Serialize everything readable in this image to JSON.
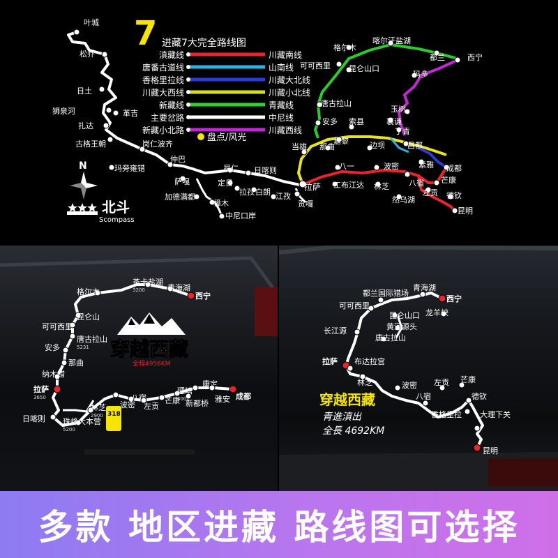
{
  "top_map": {
    "number": "7",
    "title": "进藏7大完全路线图",
    "legend": [
      {
        "name_left": "滇藏线",
        "color": "#e8242c",
        "name_right": "川藏南线"
      },
      {
        "name_left": "唐番古道线",
        "color": "#2ab3e0",
        "name_right": "山南线"
      },
      {
        "name_left": "香格里拉线",
        "color": "#2b3ad8",
        "name_right": "川藏大北线"
      },
      {
        "name_left": "川藏大西线",
        "color": "#d7dc1f",
        "name_right": "川藏小北线"
      },
      {
        "name_left": "新藏线",
        "color": "#2fd02f",
        "name_right": "青藏线"
      },
      {
        "name_left": "主要岔路",
        "color": "#ffffff",
        "name_right": "中尼线"
      },
      {
        "name_left": "新藏小北路",
        "color": "#c426d6",
        "name_right": "川藏西线"
      }
    ],
    "poi_legend": "盘点/风光",
    "compass_letter": "N",
    "brand_name": "北斗",
    "brand_sub": "Scompass",
    "places": [
      "叶城",
      "松乔",
      "日土",
      "狮泉河",
      "革吉",
      "扎达",
      "古格王朝",
      "岗仁波齐",
      "玛旁雍错",
      "仲巴",
      "萨嘎",
      "昂仁",
      "日喀则",
      "定日",
      "拉孜",
      "白朗",
      "江孜",
      "加德满都",
      "樟木",
      "中尼口岸",
      "拉萨",
      "贡嘎",
      "工布江达",
      "八一",
      "林芝",
      "波密",
      "八宿",
      "然乌湖",
      "左贡",
      "芒康",
      "德钦",
      "昆明",
      "成都",
      "素雅",
      "昌都",
      "当雄",
      "那曲",
      "嘉黎",
      "边坝",
      "安多",
      "索县",
      "唐古拉山",
      "襄谦",
      "丁青",
      "玉树",
      "玛多",
      "昆仑山口",
      "可可西里",
      "格尔木",
      "喀尔汗盐湖",
      "都兰",
      "西宁"
    ]
  },
  "bottom_left": {
    "title": "穿越西藏",
    "subtitle": "全程4956KM",
    "badge": "318",
    "places": [
      {
        "name": "西宁"
      },
      {
        "name": "青海湖"
      },
      {
        "name": "茶卡盐湖",
        "alt": "3200"
      },
      {
        "name": "格尔木"
      },
      {
        "name": "昆仑山"
      },
      {
        "name": "可可西里"
      },
      {
        "name": "唐古拉山",
        "alt": "5231"
      },
      {
        "name": "安多"
      },
      {
        "name": "那曲"
      },
      {
        "name": "纳木错"
      },
      {
        "name": "拉萨",
        "alt": "3650"
      },
      {
        "name": "日喀则"
      },
      {
        "name": "珠峰大本营",
        "alt": "5200"
      },
      {
        "name": "林芝",
        "alt": "2900"
      },
      {
        "name": "八宿"
      },
      {
        "name": "波密"
      },
      {
        "name": "左贡"
      },
      {
        "name": "芒康"
      },
      {
        "name": "理塘",
        "alt": "4000"
      },
      {
        "name": "康定"
      },
      {
        "name": "新都桥"
      },
      {
        "name": "雅安"
      },
      {
        "name": "成都"
      }
    ]
  },
  "bottom_right": {
    "title": "穿越西藏",
    "line1": "青進滇出",
    "line2": "全長 4692KM",
    "places": [
      "西宁",
      "青海湖",
      "都兰国际猎场",
      "龙羊峡",
      "可可西里",
      "昆仑山口",
      "黄河源头",
      "长江源",
      "唐古拉山",
      "拉萨",
      "布达拉宫",
      "林芝",
      "波密",
      "八宿",
      "左贡",
      "芒康",
      "德钦",
      "香格里拉",
      "大理下关",
      "昆明"
    ]
  },
  "banner": {
    "text": "多款 地区进藏 路线图可选择"
  }
}
